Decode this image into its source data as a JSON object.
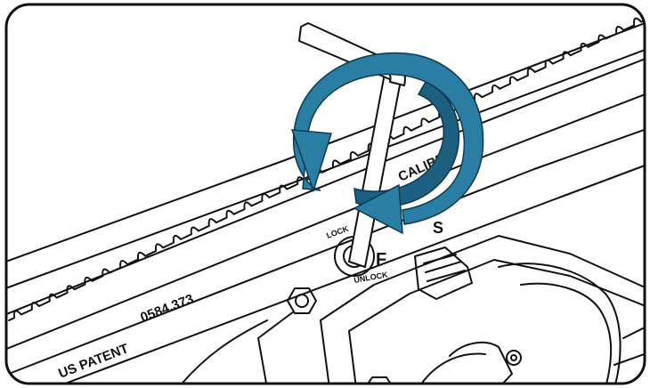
{
  "colors": {
    "background": "#ffffff",
    "line": "#111111",
    "arrow": "#2b7ea3",
    "arrow_dark": "#1d5f80"
  },
  "labels": {
    "patent": "US PATENT",
    "patent_number": "0584.373",
    "caliber": "CALIBER",
    "lock": "LOCK",
    "unlock": "UNLOCK",
    "fire": "F",
    "safe": "S"
  },
  "icons": {
    "rotation": "rotate-counterclockwise-arrow-icon",
    "hex_key": "allen-wrench-icon",
    "screw": "hex-screw-icon"
  }
}
